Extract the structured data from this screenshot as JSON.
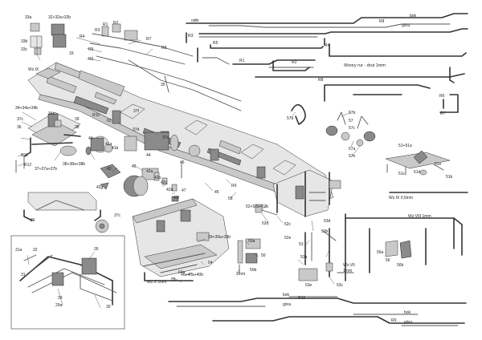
{
  "labels": {
    "l_33a": "33a",
    "l_32b": "32+32a+32b",
    "l_33b": "33b",
    "l_33c": "33c",
    "l_33": "33",
    "l_wzix_top": "Wz.IX",
    "l_r4a": "R4",
    "l_r3a": "R3",
    "l_r1a": "R1",
    "l_r2a": "R2",
    "l_r5a": "R5",
    "l_r6a": "R6",
    "l_r7a": "R7",
    "l_r8a": "R8",
    "l_r10a": "R10",
    "l_62": "62",
    "l_35": "35",
    "l_34": "34+34a+34b",
    "l_34c": "34c",
    "l_37c": "37c",
    "l_36": "36",
    "l_39": "39",
    "l_38": "38",
    "l_r12": "R12",
    "l_r11": "R11",
    "l_37": "37+37a+37b",
    "l_38c": "38+38a+38b",
    "l_41": "41",
    "l_41a": "41a",
    "l_41b": "41b",
    "l_37d": "37d",
    "l_44": "44",
    "l_42": "42",
    "l_43": "43",
    "l_42a": "42a",
    "l_42b": "42b",
    "l_42c": "42c",
    "l_42d": "42d",
    "l_42g": "42g",
    "l_42f": "42f",
    "l_46": "46",
    "l_47": "47",
    "l_45": "45",
    "l_r9a": "R9",
    "l_58": "58",
    "l_37e": "37e",
    "l_37f": "37f",
    "l_sp": "52+52a+52b",
    "l_52d": "52d",
    "l_52c": "52c",
    "l_52e": "52e",
    "l_r1b": "R1",
    "l_r3b": "R3",
    "l_r5b": "R5",
    "l_r2b": "R2",
    "l_r4b": "R4",
    "l_r8b": "R8",
    "l_r8c": "R8",
    "l_r6b": "R6",
    "l_r7b": "R7",
    "l_odbi": "odbi",
    "l_bok1": "bok",
    "l_gora1": "góra",
    "l_wire": "Wzory rur - drut 1mm",
    "l_57d": "57d",
    "l_57b": "57b",
    "l_57": "57",
    "l_57c": "57c",
    "l_57a": "57a",
    "l_57e": "57e",
    "l_51": "51+51a",
    "l_51c": "51c",
    "l_51d": "51d",
    "l_51b": "51b",
    "l_51e": "51e",
    "l_wzix2": "Wz.IX  0,5mm",
    "l_wzviii": "Wz.VIII  1mm",
    "l_53d": "53d",
    "l_53b": "53b",
    "l_53": "53",
    "l_53a": "53a",
    "l_53c": "53c",
    "l_53e": "53e",
    "l_wzvii": "Wz.VII",
    "l_1mm": "1mm",
    "l_56a": "56a",
    "l_56": "56",
    "l_56b": "56b",
    "l_50a": "50a",
    "l_50": "50",
    "l_50b": "50b",
    "l_2mm": "2mm",
    "l_39b": "39+39a+39b",
    "l_54": "54",
    "l_40": "40+40a+40b",
    "l_55": "55",
    "l_wzx": "Wz.X  1mm",
    "l_64a": "64a",
    "l_bok2": "bok",
    "l_r10b": "R10",
    "l_gora2": "góra",
    "l_bok3": "bok",
    "l_r9b": "R9",
    "l_gora3": "góra",
    "l_31a": "31a",
    "l_32": "32",
    "l_26": "26",
    "l_31": "31",
    "l_29": "29",
    "l_29a": "29a",
    "l_30": "30",
    "l_36b": "36",
    "l_37g": "37c"
  }
}
